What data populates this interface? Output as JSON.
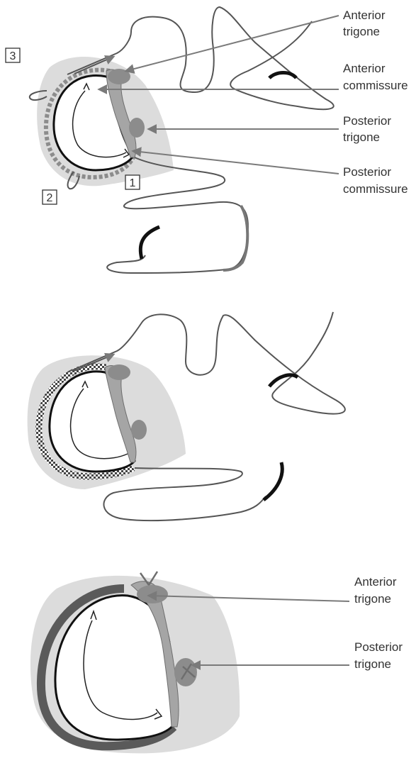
{
  "diagram": {
    "colors": {
      "background": "#ffffff",
      "halo": "#dcdcdc",
      "trigone": "#8c8c8c",
      "trigone_edge": "#6e6e6e",
      "arrow": "#7a7a7a",
      "leaflet_line": "#555555",
      "annulus_dark": "#222222",
      "ring_dark": "#5a5a5a",
      "label_text": "#333333"
    },
    "top_panel": {
      "labels": {
        "anterior_trigone": [
          "Anterior",
          "trigone"
        ],
        "anterior_commissure": [
          "Anterior",
          "commissure"
        ],
        "posterior_trigone": [
          "Posterior",
          "trigone"
        ],
        "posterior_commissure": [
          "Posterior",
          "commissure"
        ]
      },
      "markers": {
        "m1": "1",
        "m2": "2",
        "m3": "3"
      }
    },
    "middle_panel": {},
    "bottom_panel": {
      "labels": {
        "anterior_trigone": [
          "Anterior",
          "trigone"
        ],
        "posterior_trigone": [
          "Posterior",
          "trigone"
        ]
      }
    }
  }
}
